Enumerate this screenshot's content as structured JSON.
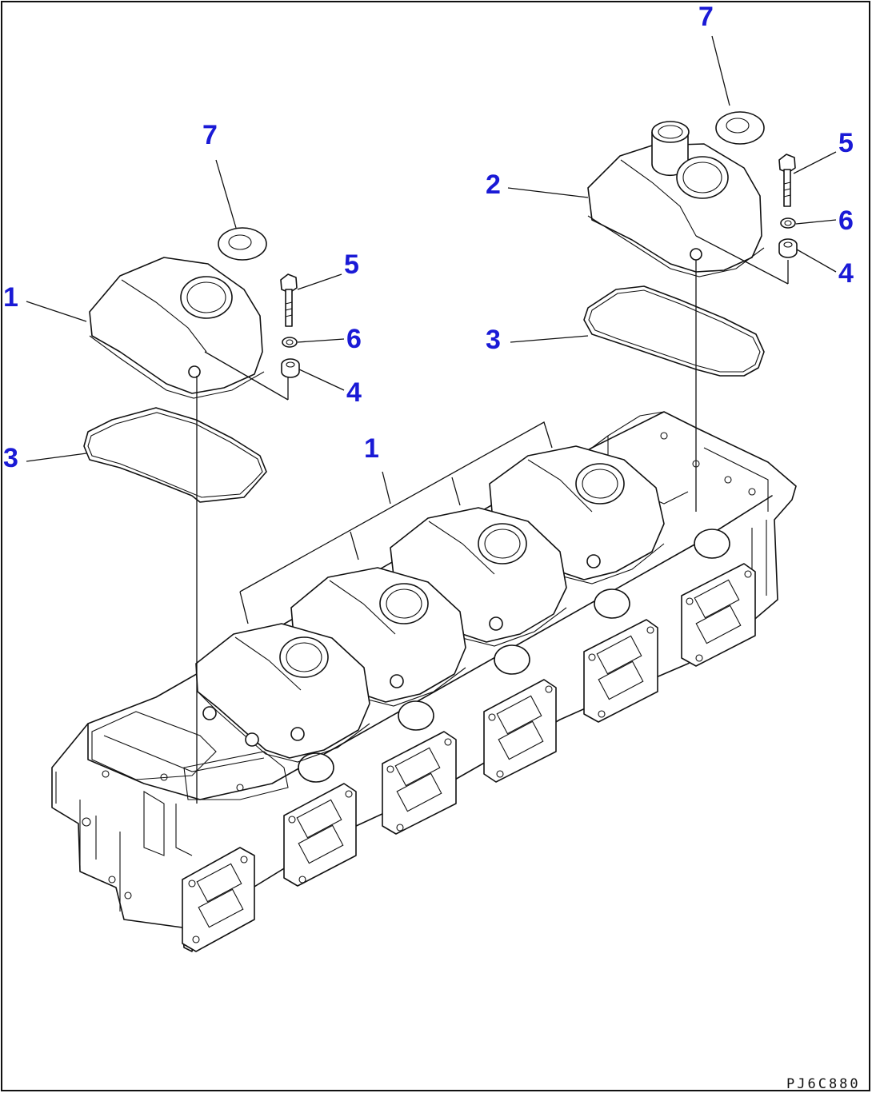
{
  "callouts": [
    {
      "id": "1",
      "text": "1"
    },
    {
      "id": "7",
      "text": "7"
    },
    {
      "id": "5",
      "text": "5"
    },
    {
      "id": "6",
      "text": "6"
    },
    {
      "id": "4",
      "text": "4"
    },
    {
      "id": "3",
      "text": "3"
    },
    {
      "id": "1",
      "text": "1"
    },
    {
      "id": "7",
      "text": "7"
    },
    {
      "id": "2",
      "text": "2"
    },
    {
      "id": "5",
      "text": "5"
    },
    {
      "id": "6",
      "text": "6"
    },
    {
      "id": "3",
      "text": "3"
    },
    {
      "id": "4",
      "text": "4"
    }
  ],
  "drawing_code": "PJ6C880",
  "colors": {
    "callout": "#1a1ad6",
    "line": "#111111",
    "background": "#ffffff"
  }
}
